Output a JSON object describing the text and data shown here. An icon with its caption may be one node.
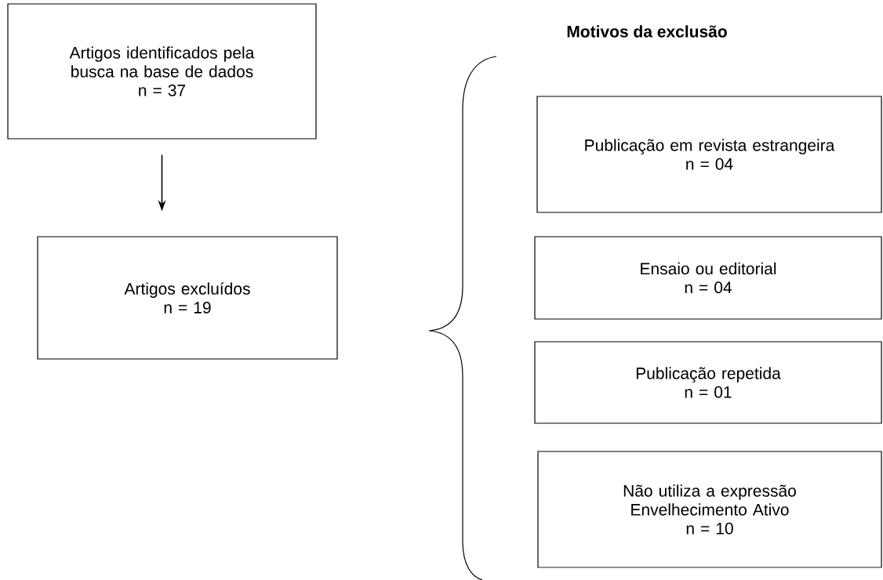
{
  "diagram": {
    "title": "Motivos da exclusão",
    "nodes": [
      {
        "text": [
          "Artigos identificados pela busca na base de dados",
          "n = 37"
        ]
      },
      {
        "text": [
          "Artigos excluídos",
          "n = 19"
        ]
      },
      {
        "text": [
          "Publicação em revista estrangeira",
          "n = 04"
        ]
      },
      {
        "text": [
          "Ensaio ou editorial",
          "n = 04"
        ]
      },
      {
        "text": [
          "Publicação repetida",
          "n = 01"
        ]
      },
      {
        "text": [
          "Não utiliza a expressão Envelhecimento Ativo",
          "n = 10"
        ]
      }
    ],
    "edges": [
      {
        "from": 0,
        "to": 1,
        "arrow": "to"
      }
    ]
  }
}
